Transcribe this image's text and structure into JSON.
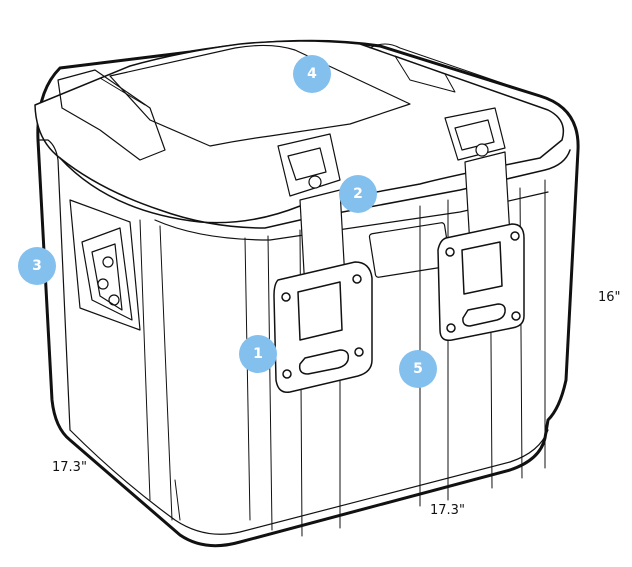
{
  "dimensions": {
    "height": "16\"",
    "depth": "17.3\"",
    "width": "17.3\""
  },
  "callouts": [
    {
      "label": "1",
      "part": "front-handle"
    },
    {
      "label": "2",
      "part": "latch"
    },
    {
      "label": "3",
      "part": "side-handle"
    },
    {
      "label": "4",
      "part": "lid"
    },
    {
      "label": "5",
      "part": "front-panel"
    }
  ],
  "colors": {
    "callout": "#84c0ee",
    "outline": "#111111",
    "body": "#ffffff"
  }
}
